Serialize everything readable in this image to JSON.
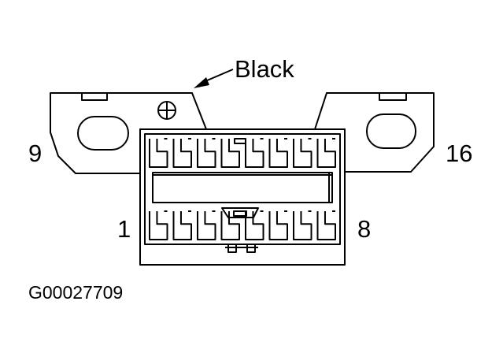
{
  "labels": {
    "wire_color": "Black",
    "pin_top_left": "9",
    "pin_top_right": "16",
    "pin_bottom_left": "1",
    "pin_bottom_right": "8",
    "figure_id": "G00027709"
  },
  "connector": {
    "pins_per_row": 8,
    "rows": 2
  },
  "colors": {
    "line": "#000000",
    "background": "#ffffff"
  }
}
